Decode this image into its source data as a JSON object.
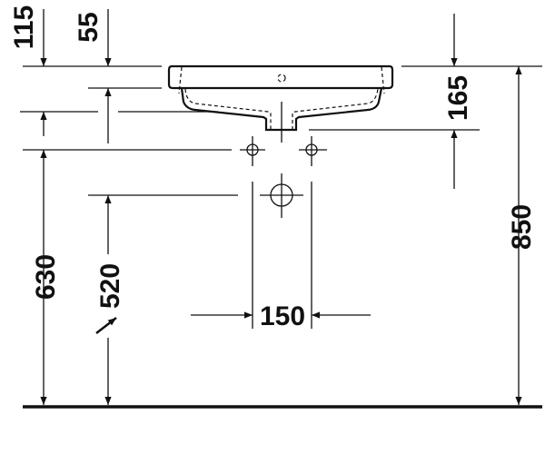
{
  "dimensions": {
    "rim_thickness": "115",
    "rim_depth": "55",
    "basin_height": "165",
    "rim_height_from_floor": "850",
    "tap_height": "630",
    "waste_height": "520",
    "tap_spacing": "150"
  },
  "colors": {
    "line": "#111111",
    "background": "#ffffff"
  }
}
